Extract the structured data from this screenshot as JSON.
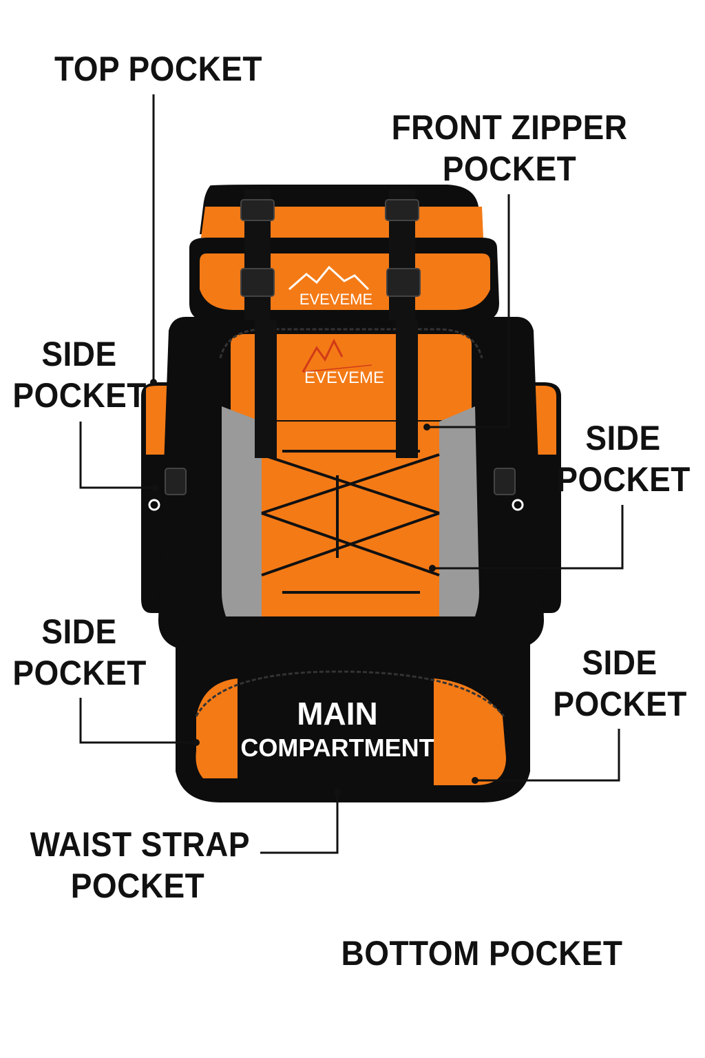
{
  "callouts": {
    "top_pocket": "TOP POCKET",
    "front_zipper_pocket": [
      "FRONT ZIPPER",
      "POCKET"
    ],
    "side_pocket_upper_left": [
      "SIDE",
      "POCKET"
    ],
    "side_pocket_upper_right": [
      "SIDE",
      "POCKET"
    ],
    "side_pocket_lower_left": [
      "SIDE",
      "POCKET"
    ],
    "side_pocket_lower_right": [
      "SIDE",
      "POCKET"
    ],
    "main_compartment": [
      "MAIN",
      "COMPARTMENT"
    ],
    "waist_strap_pocket": [
      "WAIST STRAP",
      "POCKET"
    ],
    "bottom_pocket": "BOTTOM POCKET"
  },
  "brand": {
    "lid_logo": "EVEVEME",
    "front_logo": "EVEVEME"
  },
  "colors": {
    "accent": "#f47a16",
    "body": "#0d0d0d",
    "mesh": "#9a9a9a",
    "leader_line": "#111111"
  }
}
